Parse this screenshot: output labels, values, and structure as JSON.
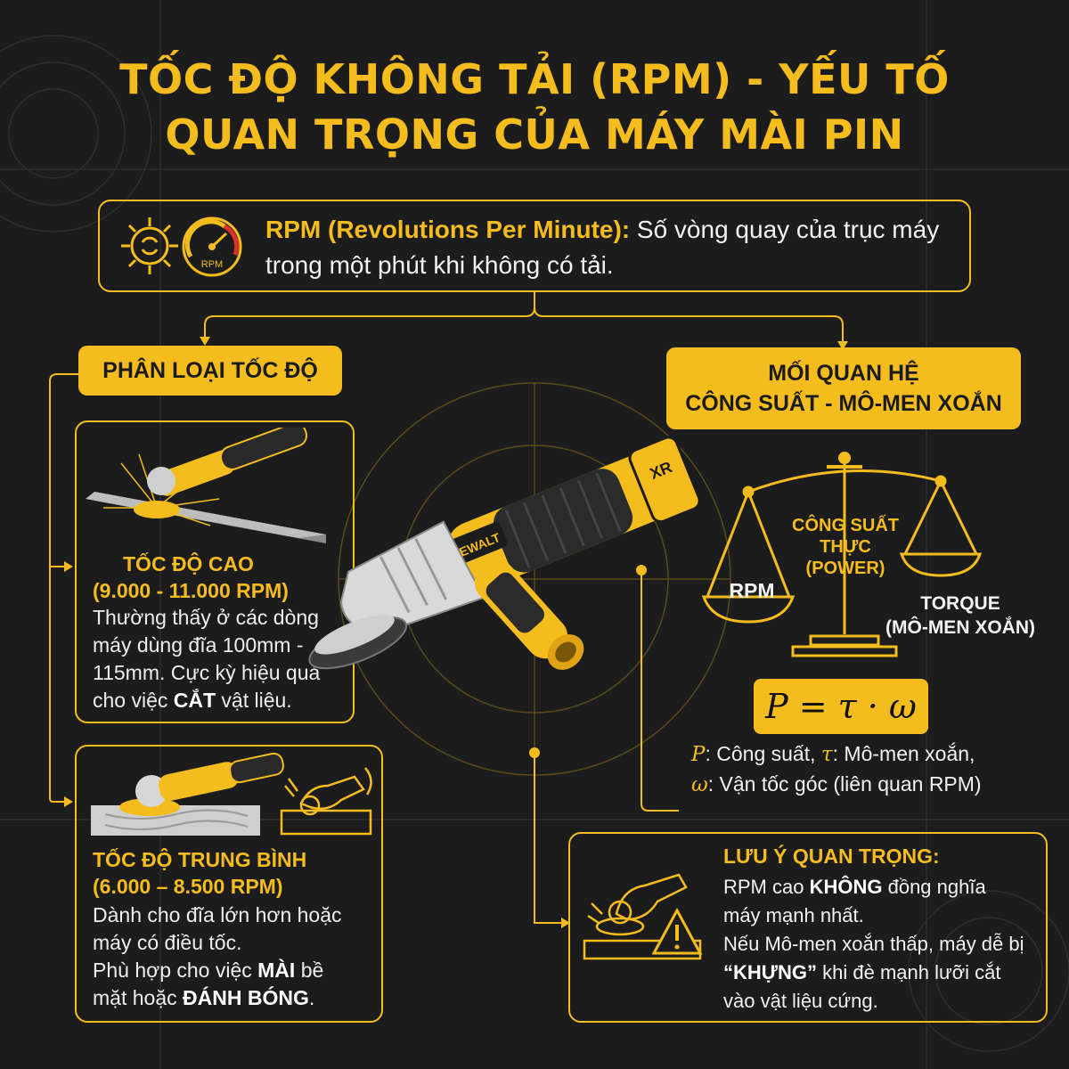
{
  "title": {
    "line1": "TỐC ĐỘ KHÔNG TẢI (RPM) - YẾU TỐ",
    "line2": "QUAN TRỌNG CỦA MÁY MÀI PIN"
  },
  "definition": {
    "term": "RPM (Revolutions Per Minute):",
    "text": " Số vòng quay của trục máy trong một phút khi không có tải.",
    "gauge_label": "RPM"
  },
  "classification": {
    "tag": "PHÂN LOẠI TỐC ĐỘ",
    "high": {
      "title": "TỐC ĐỘ CAO",
      "range": "(9.000 - 11.000 RPM)",
      "body_1": "Thường thấy ở các dòng máy dùng đĩa 100mm - 115mm. Cực kỳ hiệu quả cho việc ",
      "bold": "CẮT",
      "body_2": " vật liệu."
    },
    "medium": {
      "title": "TỐC ĐỘ TRUNG BÌNH",
      "range": "(6.000 – 8.500 RPM)",
      "line_1": "Dành cho đĩa lớn hơn hoặc máy có điều tốc.",
      "line_2a": "Phù hợp cho việc ",
      "bold_1": "MÀI",
      "line_2b": " bề mặt hoặc ",
      "bold_2": "ĐÁNH BÓNG",
      "line_2c": "."
    }
  },
  "relationship": {
    "tag_line1": "MỐI QUAN HỆ",
    "tag_line2": "CÔNG SUẤT - MÔ-MEN XOẮN",
    "left_pan": "RPM",
    "center_l1": "CÔNG SUẤT",
    "center_l2": "THỰC",
    "center_l3": "(POWER)",
    "right_l1": "TORQUE",
    "right_l2": "(MÔ-MEN XOẮN)",
    "formula": "P = τ · ω",
    "legend_p": "P",
    "legend_p_text": ": Công suất, ",
    "legend_t": "τ",
    "legend_t_text": ": Mô-men xoắn,",
    "legend_w": "ω",
    "legend_w_text": ": Vận tốc góc (liên quan RPM)"
  },
  "note": {
    "title": "LƯU Ý QUAN TRỌNG:",
    "p1a": "RPM cao ",
    "p1b": "KHÔNG",
    "p1c": " đồng nghĩa máy mạnh nhất.",
    "p2a": "Nếu Mô-men xoắn thấp, máy dễ bị ",
    "p2b": "“KHỰNG”",
    "p2c": " khi đè mạnh lưỡi cắt vào vật liệu cứng."
  },
  "product": {
    "brand": "DEWALT",
    "model": "XR"
  },
  "colors": {
    "accent": "#f5bc1e",
    "background": "#1c1c1c"
  },
  "icons": [
    "gear-icon",
    "speedometer-icon",
    "warning-icon"
  ]
}
